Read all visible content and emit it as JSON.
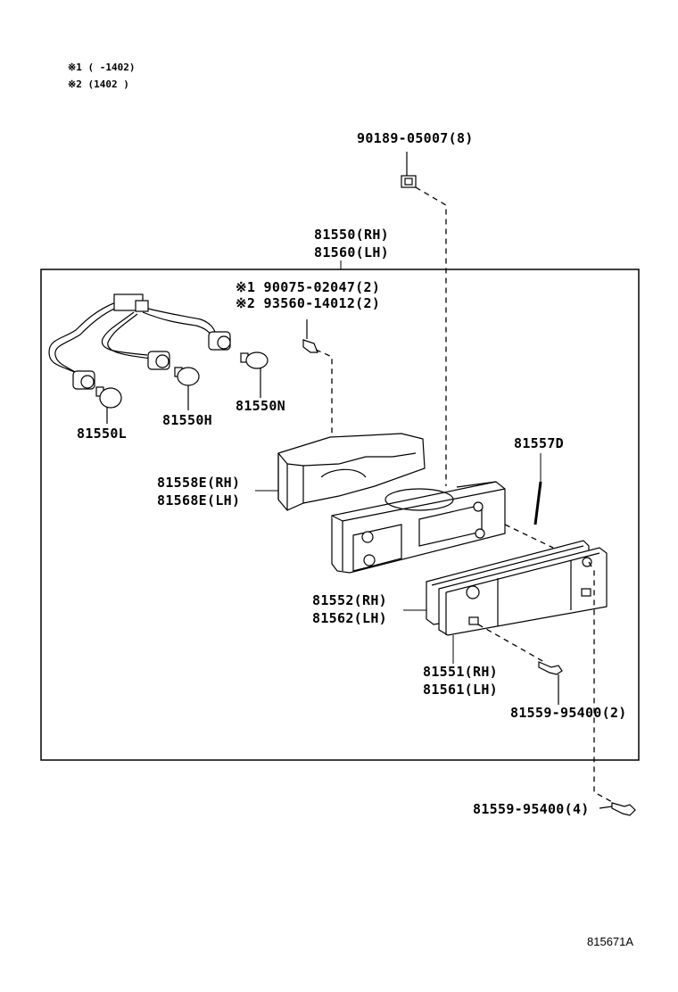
{
  "notes": {
    "note1": "※1 (      -1402)",
    "note2": "※2 (1402      )"
  },
  "parts": {
    "p90189": "90189-05007(8)",
    "p81550_rh": "81550(RH)",
    "p81560_lh": "81560(LH)",
    "p90075": "※1 90075-02047(2)",
    "p93560": "※2 93560-14012(2)",
    "p81550N": "81550N",
    "p81550H": "81550H",
    "p81550L": "81550L",
    "p81557D": "81557D",
    "p81558E": "81558E(RH)",
    "p81568E": "81568E(LH)",
    "p81552": "81552(RH)",
    "p81562": "81562(LH)",
    "p81551": "81551(RH)",
    "p81561": "81561(LH)",
    "p81559_inner": "81559-95400(2)",
    "p81559_outer": "81559-95400(4)"
  },
  "figure_id": "815671A"
}
